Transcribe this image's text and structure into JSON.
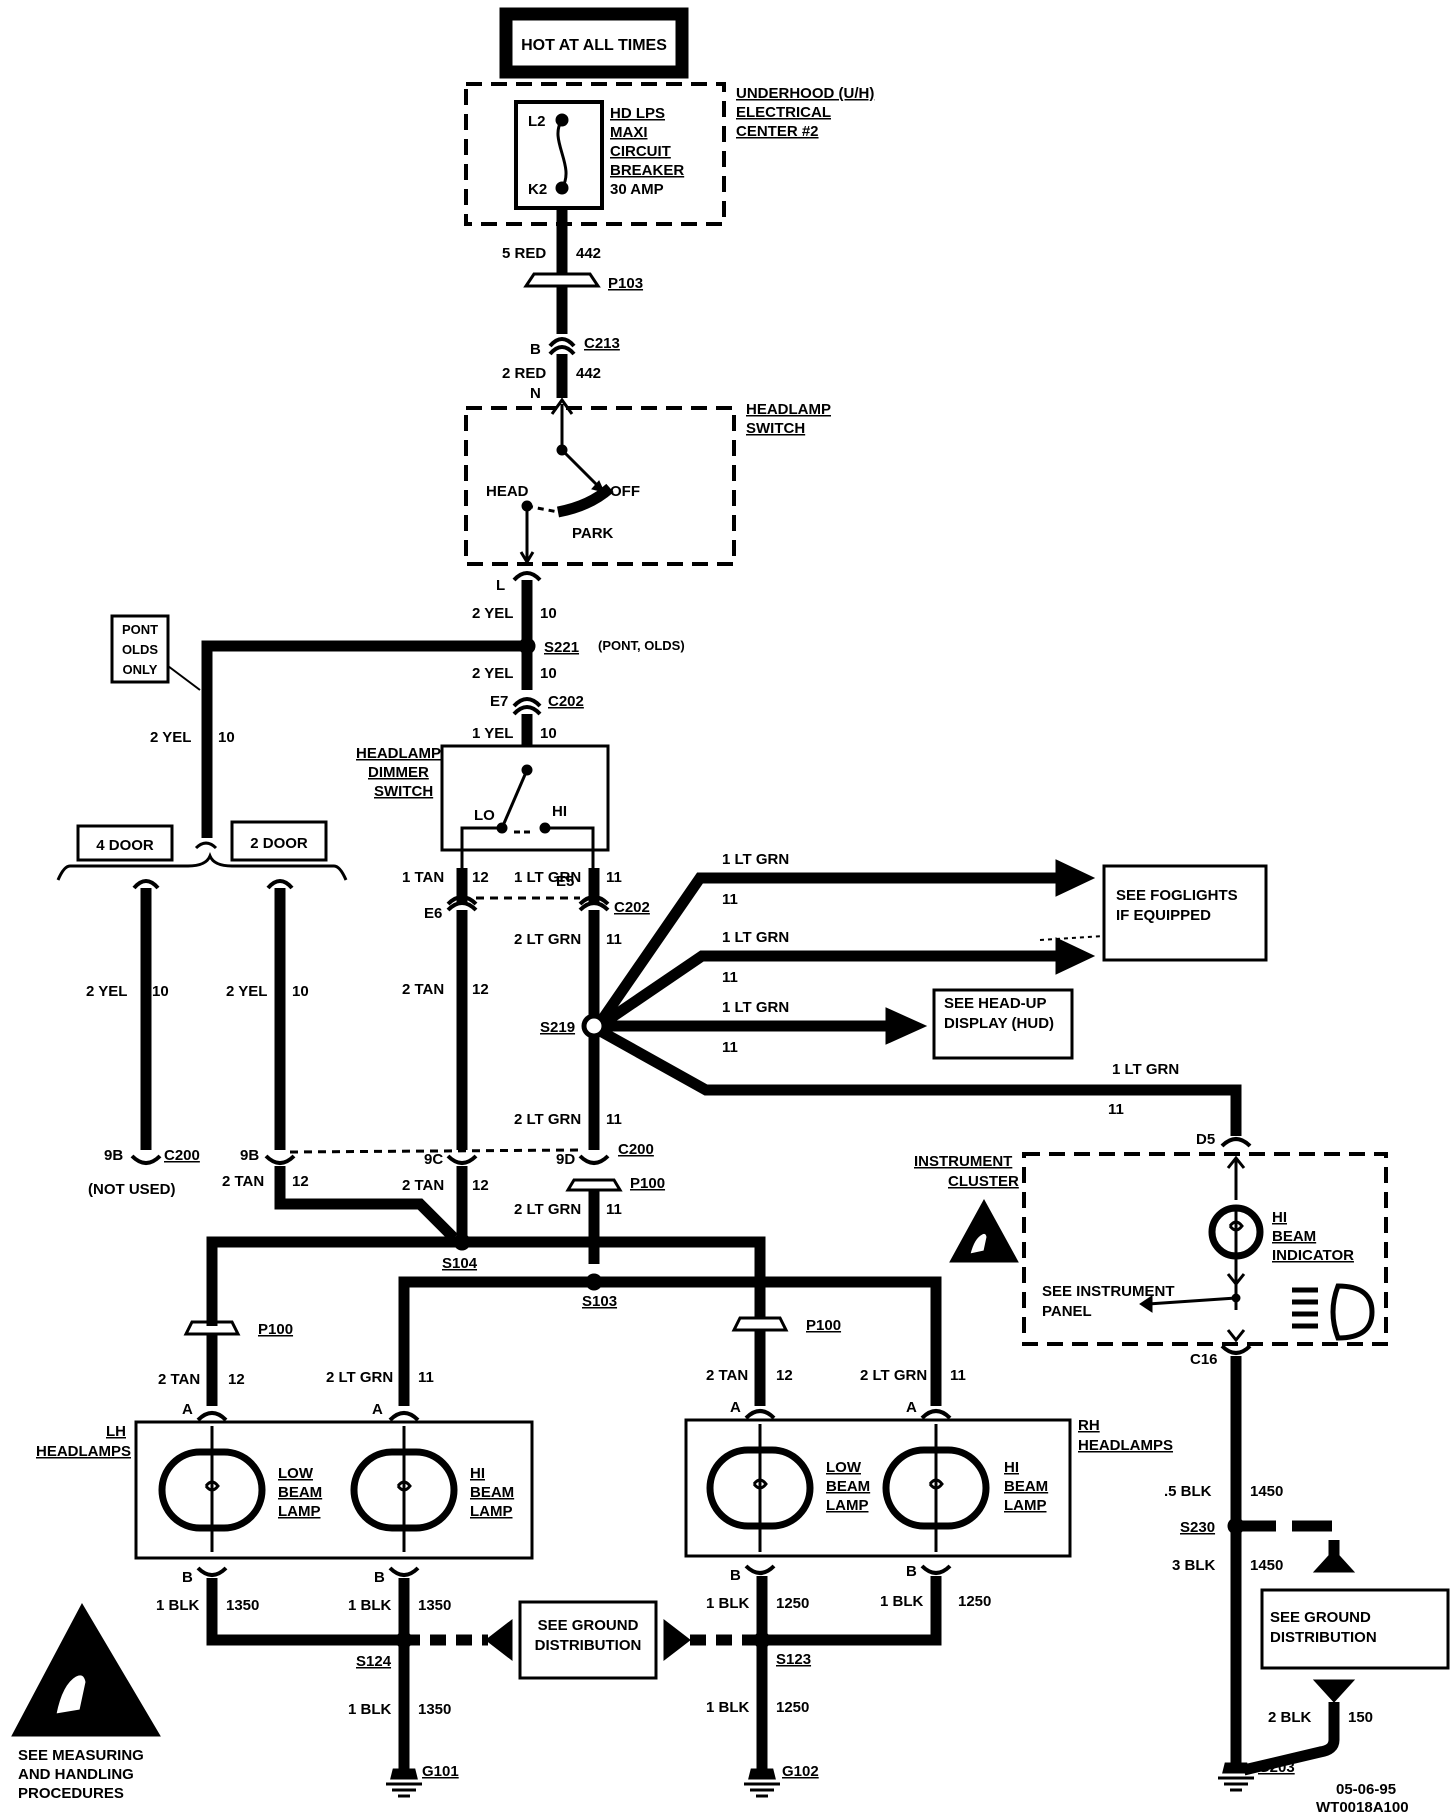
{
  "header": {
    "hot_label": "HOT AT ALL TIMES"
  },
  "underhood": {
    "title": [
      "UNDERHOOD (U/H)",
      "ELECTRICAL",
      "CENTER #2"
    ],
    "breaker": [
      "HD LPS",
      "MAXI",
      "CIRCUIT",
      "BREAKER",
      "30 AMP"
    ],
    "pins": [
      "L2",
      "K2"
    ]
  },
  "top_wires": {
    "w1_gauge": "5 RED",
    "w1_circuit": "442",
    "p103": "P103",
    "c213_pin": "B",
    "c213": "C213",
    "w2_gauge": "2 RED",
    "w2_circuit": "442",
    "n_pin": "N"
  },
  "headlamp_switch": {
    "title": [
      "HEADLAMP",
      "SWITCH"
    ],
    "head": "HEAD",
    "off": "OFF",
    "park": "PARK",
    "l_pin": "L"
  },
  "s221": {
    "w_above": "2 YEL",
    "c_above": "10",
    "label": "S221",
    "note": "(PONT, OLDS)",
    "w_below": "2 YEL",
    "c_below": "10",
    "e7": "E7",
    "c202": "C202",
    "w_dimmer": "1 YEL",
    "c_dimmer": "10",
    "pont_box": [
      "PONT",
      "OLDS",
      "ONLY"
    ],
    "left_w": "2 YEL",
    "left_c": "10"
  },
  "dimmer": {
    "title": [
      "HEADLAMP",
      "DIMMER",
      "SWITCH"
    ],
    "lo": "LO",
    "hi": "HI"
  },
  "doors": {
    "four": "4 DOOR",
    "two": "2 DOOR"
  },
  "mid_wires": {
    "tan1": "1 TAN",
    "tan1_c": "12",
    "ltg1": "1 LT GRN",
    "ltg1_c": "11",
    "e6": "E6",
    "e5": "E5",
    "c202": "C202",
    "ltg2": "2 LT GRN",
    "ltg2_c": "11",
    "d4_w": "2 YEL",
    "d4_c": "10",
    "d2_w": "2 YEL",
    "d2_c": "10",
    "tan2": "2 TAN",
    "tan2_c": "12",
    "s219": "S219",
    "ltg3": "2 LT GRN",
    "ltg3_c": "11"
  },
  "branches": {
    "b1_w": "1 LT GRN",
    "b1_c": "11",
    "b2_w": "1 LT GRN",
    "b2_c": "11",
    "b3_w": "1 LT GRN",
    "b3_c": "11",
    "b4_w": "1 LT GRN",
    "b4_c": "11",
    "fog_box": [
      "SEE FOGLIGHTS",
      "IF EQUIPPED"
    ],
    "hud_box": [
      "SEE HEAD-UP",
      "DISPLAY (HUD)"
    ]
  },
  "c200": {
    "pin9b_left": "9B",
    "c200_left": "C200",
    "not_used": "(NOT USED)",
    "pin9b": "9B",
    "pin9c": "9C",
    "pin9d": "9D",
    "c200": "C200",
    "t2a": "2 TAN",
    "t2a_c": "12",
    "t2b": "2 TAN",
    "t2b_c": "12",
    "p100": "P100",
    "g2": "2 LT GRN",
    "g2_c": "11",
    "s104": "S104",
    "s103": "S103"
  },
  "instrument": {
    "title": [
      "INSTRUMENT",
      "CLUSTER"
    ],
    "d5": "D5",
    "indicator": [
      "HI",
      "BEAM",
      "INDICATOR"
    ],
    "see_panel": [
      "SEE INSTRUMENT",
      "PANEL"
    ],
    "c16": "C16"
  },
  "lh": {
    "title": [
      "LH",
      "HEADLAMPS"
    ],
    "p100": "P100",
    "w_tan": "2 TAN",
    "w_tan_c": "12",
    "w_grn": "2 LT GRN",
    "w_grn_c": "11",
    "pin_a": "A",
    "low": [
      "LOW",
      "BEAM",
      "LAMP"
    ],
    "hi": [
      "HI",
      "BEAM",
      "LAMP"
    ],
    "pin_b": "B",
    "blk1": "1 BLK",
    "blk1_c": "1350",
    "blk2": "1 BLK",
    "blk2_c": "1350",
    "s124": "S124",
    "blk3": "1 BLK",
    "blk3_c": "1350",
    "g101": "G101"
  },
  "rh": {
    "title": [
      "RH",
      "HEADLAMPS"
    ],
    "p100": "P100",
    "w_tan": "2 TAN",
    "w_tan_c": "12",
    "w_grn": "2 LT GRN",
    "w_grn_c": "11",
    "pin_a": "A",
    "low": [
      "LOW",
      "BEAM",
      "LAMP"
    ],
    "hi": [
      "HI",
      "BEAM",
      "LAMP"
    ],
    "pin_b": "B",
    "blk1": "1 BLK",
    "blk1_c": "1250",
    "blk2": "1 BLK",
    "blk2_c": "1250",
    "s123": "S123",
    "blk3": "1 BLK",
    "blk3_c": "1250",
    "g102": "G102"
  },
  "ground": {
    "see_ground": [
      "SEE GROUND",
      "DISTRIBUTION"
    ],
    "see_ground2": [
      "SEE GROUND",
      "DISTRIBUTION"
    ],
    "blk5": ".5 BLK",
    "blk5_c": "1450",
    "s230": "S230",
    "blk3": "3 BLK",
    "blk3_c": "1450",
    "blk2": "2 BLK",
    "blk2_c": "150",
    "g203": "G203"
  },
  "footer": {
    "esd_note": [
      "SEE MEASURING",
      "AND HANDLING",
      "PROCEDURES"
    ],
    "date": "05-06-95",
    "code": "WT0018A100"
  }
}
